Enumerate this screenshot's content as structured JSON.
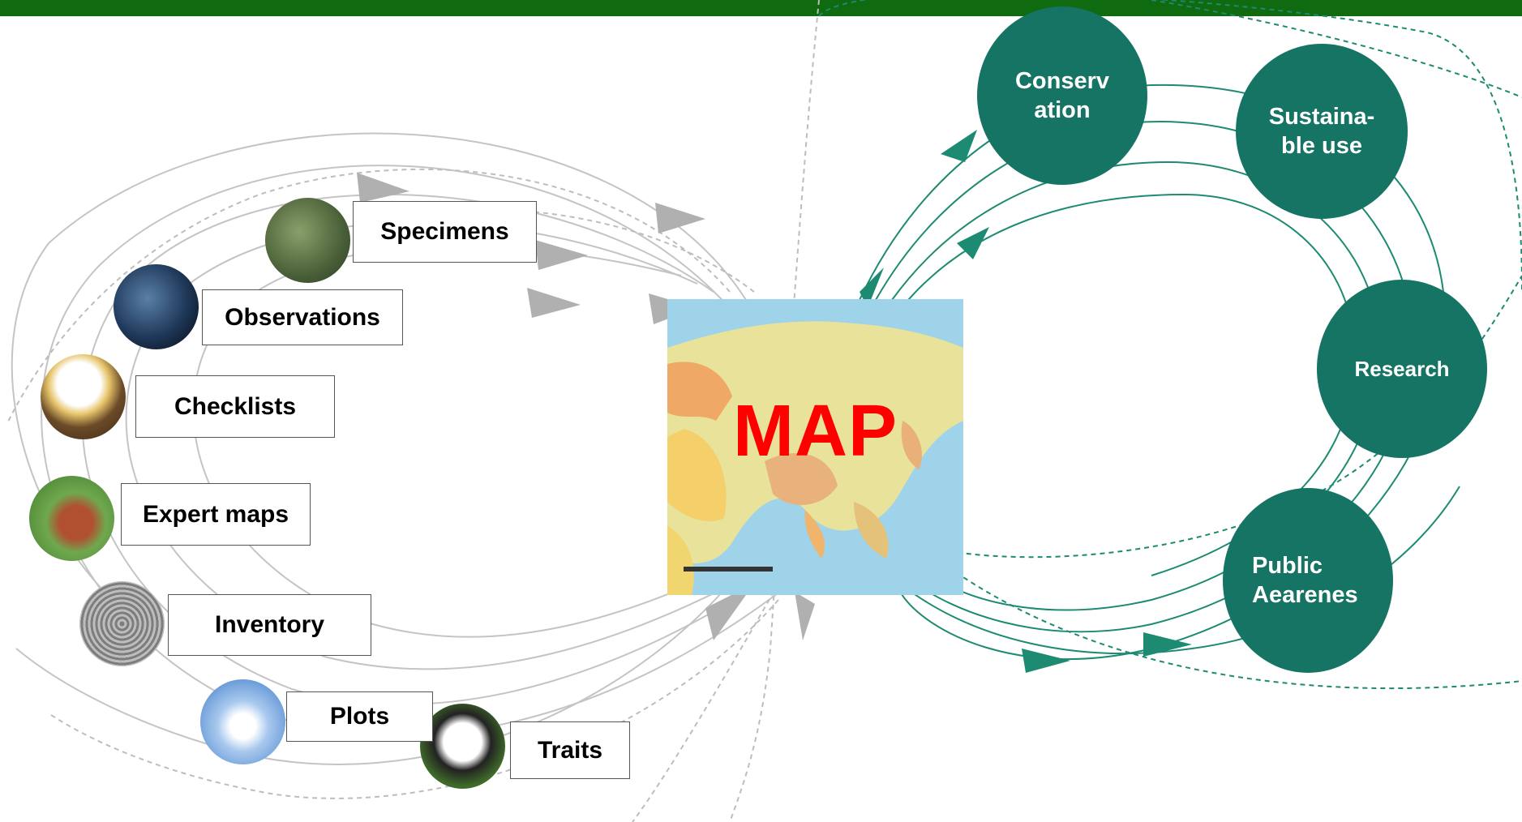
{
  "title_bar": {
    "color": "#0f6a10"
  },
  "sources": [
    {
      "label": "Specimens",
      "photo": "forest-icon"
    },
    {
      "label": "Observations",
      "photo": "earth-icon"
    },
    {
      "label": "Checklists",
      "photo": "eagle-icon"
    },
    {
      "label": "Expert maps",
      "photo": "thumbs-up-icon"
    },
    {
      "label": "Inventory",
      "photo": "fingerprint-icon"
    },
    {
      "label": "Plots",
      "photo": "sky-icon"
    },
    {
      "label": "Traits",
      "photo": "panda-icon"
    }
  ],
  "center": {
    "label": "MAP",
    "label_color": "#ff0000"
  },
  "outcomes": [
    {
      "label": "Conserv\nation"
    },
    {
      "label": "Sustaina-\nble use"
    },
    {
      "label": "Research"
    },
    {
      "label": "Public\nAearenes"
    }
  ],
  "colors": {
    "outcome_fill": "#157463",
    "arrow_gray": "#aaaaaa",
    "arrow_green": "#157463"
  }
}
